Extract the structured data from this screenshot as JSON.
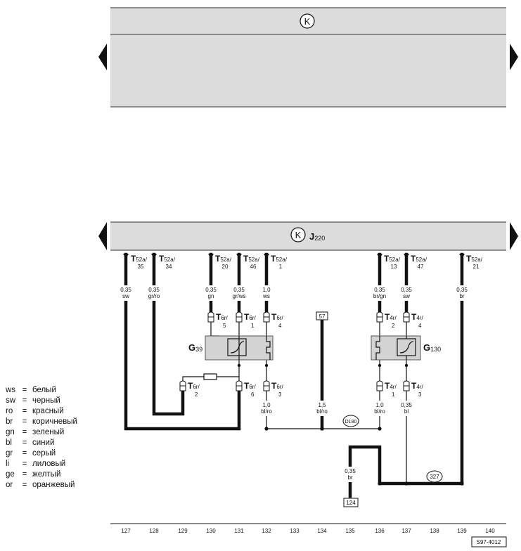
{
  "ecu_symbol": "K",
  "ecu_name": "J",
  "ecu_sub": "220",
  "diagram_code": "S97-4012",
  "connectors": [
    {
      "id": "c35",
      "name": "T",
      "sub": "52a/",
      "pin": "35",
      "col": 127
    },
    {
      "id": "c34",
      "name": "T",
      "sub": "52a/",
      "pin": "34",
      "col": 128
    },
    {
      "id": "c20",
      "name": "T",
      "sub": "52a/",
      "pin": "20",
      "col": 130
    },
    {
      "id": "c46",
      "name": "T",
      "sub": "52a/",
      "pin": "46",
      "col": 131
    },
    {
      "id": "c1",
      "name": "T",
      "sub": "52a/",
      "pin": "1",
      "col": 132
    },
    {
      "id": "c13",
      "name": "T",
      "sub": "52a/",
      "pin": "13",
      "col": 136
    },
    {
      "id": "c47",
      "name": "T",
      "sub": "52a/",
      "pin": "47",
      "col": 137
    },
    {
      "id": "c21",
      "name": "T",
      "sub": "52a/",
      "pin": "21",
      "col": 139
    }
  ],
  "wires_top": [
    {
      "size": "0,35",
      "color": "sw"
    },
    {
      "size": "0,35",
      "color": "gr/ro"
    },
    {
      "size": "0,35",
      "color": "gn"
    },
    {
      "size": "0,35",
      "color": "gr/ws"
    },
    {
      "size": "1,0",
      "color": "ws"
    },
    {
      "size": "0,35",
      "color": "br/gn"
    },
    {
      "size": "0,35",
      "color": "sw"
    },
    {
      "size": "0,35",
      "color": "br"
    }
  ],
  "wires_bottom": [
    {
      "size": "1,0",
      "color": "bl/ro"
    },
    {
      "size": "1,5",
      "color": "bl/ro"
    },
    {
      "size": "1,0",
      "color": "bl/ro"
    },
    {
      "size": "0,35",
      "color": "bl"
    },
    {
      "size": "0,35",
      "color": "br"
    }
  ],
  "plugs": [
    {
      "name": "T",
      "sub": "6r/",
      "pin": "5"
    },
    {
      "name": "T",
      "sub": "6r/",
      "pin": "1"
    },
    {
      "name": "T",
      "sub": "6r/",
      "pin": "4"
    },
    {
      "name": "T",
      "sub": "4r/",
      "pin": "2"
    },
    {
      "name": "T",
      "sub": "4r/",
      "pin": "4"
    },
    {
      "name": "T",
      "sub": "6r/",
      "pin": "2"
    },
    {
      "name": "T",
      "sub": "6r/",
      "pin": "6"
    },
    {
      "name": "T",
      "sub": "6r/",
      "pin": "3"
    },
    {
      "name": "T",
      "sub": "4r/",
      "pin": "1"
    },
    {
      "name": "T",
      "sub": "4r/",
      "pin": "3"
    }
  ],
  "components": [
    {
      "name": "G",
      "sub": "39"
    },
    {
      "name": "G",
      "sub": "130"
    }
  ],
  "refs": {
    "box57": "57",
    "box124": "124",
    "circle_d180": "D180",
    "circle_327": "327"
  },
  "legend": [
    {
      "code": "ws",
      "eq": "=",
      "value": "белый"
    },
    {
      "code": "sw",
      "eq": "=",
      "value": "черный"
    },
    {
      "code": "ro",
      "eq": "=",
      "value": "красный"
    },
    {
      "code": "br",
      "eq": "=",
      "value": "коричневый"
    },
    {
      "code": "gn",
      "eq": "=",
      "value": "зеленый"
    },
    {
      "code": "bl",
      "eq": "=",
      "value": "синий"
    },
    {
      "code": "gr",
      "eq": "=",
      "value": "серый"
    },
    {
      "code": "li",
      "eq": "=",
      "value": "лиловый"
    },
    {
      "code": "ge",
      "eq": "=",
      "value": "желтый"
    },
    {
      "code": "or",
      "eq": "=",
      "value": "оранжевый"
    }
  ],
  "columns": [
    "127",
    "128",
    "129",
    "130",
    "131",
    "132",
    "133",
    "134",
    "135",
    "136",
    "137",
    "138",
    "139",
    "140"
  ]
}
